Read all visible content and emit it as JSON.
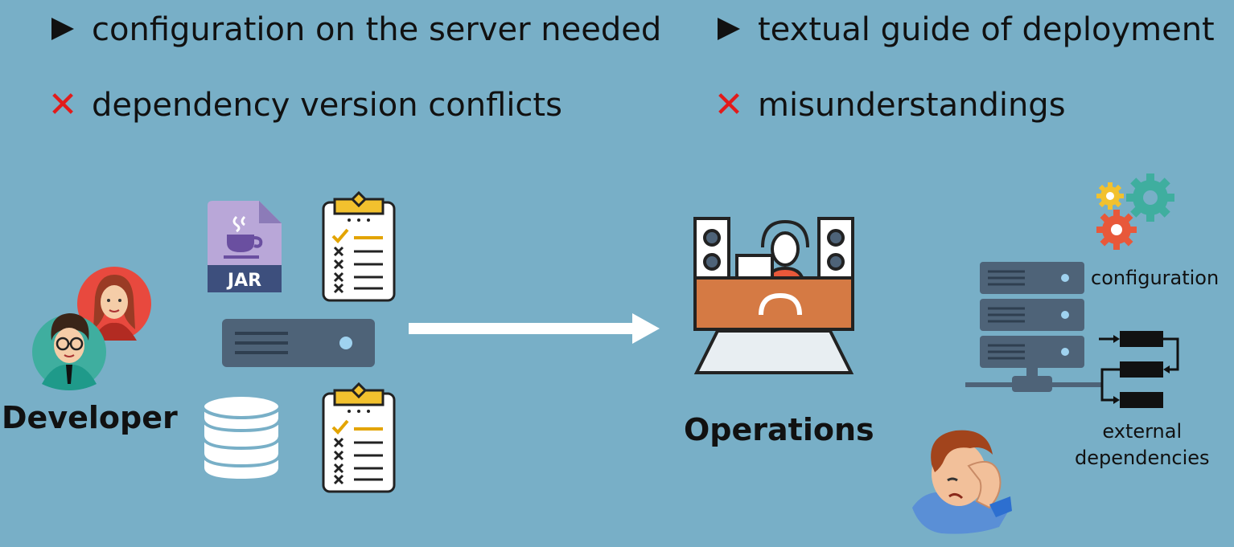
{
  "bullets": {
    "left": [
      {
        "marker": "triangle",
        "text": "configuration on the server needed"
      },
      {
        "marker": "cross",
        "text": "dependency version conflicts"
      }
    ],
    "right": [
      {
        "marker": "triangle",
        "text": "textual guide of deployment"
      },
      {
        "marker": "cross",
        "text": "misunderstandings"
      }
    ]
  },
  "developer": {
    "label": "Developer",
    "artifact_label": "JAR"
  },
  "operations": {
    "label": "Operations"
  },
  "server_side": {
    "configuration_label": "configuration",
    "dependencies_label_line1": "external",
    "dependencies_label_line2": "dependencies"
  },
  "colors": {
    "background": "#78afc7",
    "cross": "#e21b1b",
    "server": "#4e6378",
    "desk": "#d57a44",
    "jar": "#b9a7d8"
  }
}
